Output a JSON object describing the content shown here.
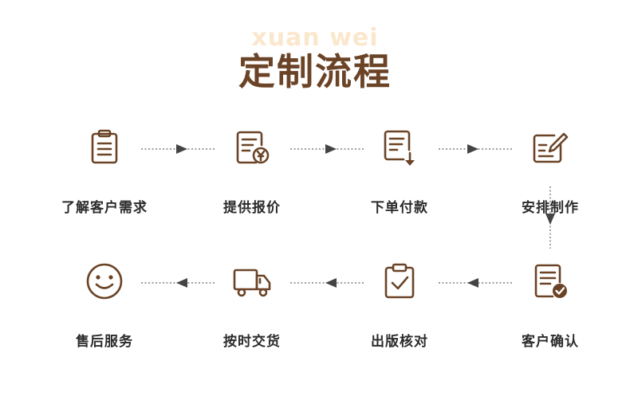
{
  "watermark": "xuan wei",
  "title": "定制流程",
  "colors": {
    "brown": "#6b4326",
    "watermark": "#fbe7cc",
    "arrow": "#555555"
  },
  "steps_row1": [
    {
      "label": "了解客户需求",
      "icon": "clipboard-icon"
    },
    {
      "label": "提供报价",
      "icon": "yuan-quote-document-icon"
    },
    {
      "label": "下单付款",
      "icon": "order-download-icon"
    },
    {
      "label": "安排制作",
      "icon": "edit-pen-icon"
    }
  ],
  "steps_row2": [
    {
      "label": "售后服务",
      "icon": "smiley-face-icon"
    },
    {
      "label": "按时交货",
      "icon": "delivery-truck-icon"
    },
    {
      "label": "出版核对",
      "icon": "clipboard-check-icon"
    },
    {
      "label": "客户确认",
      "icon": "document-check-icon"
    }
  ]
}
